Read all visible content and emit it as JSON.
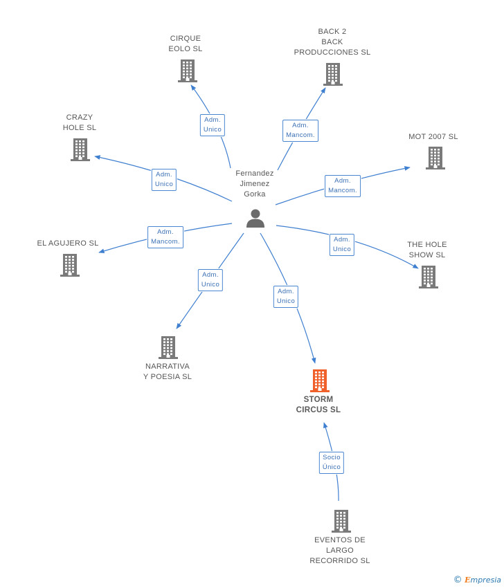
{
  "person": {
    "name": "Fernandez\nJimenez\nGorka"
  },
  "companies": [
    {
      "id": "cirque",
      "name": "CIRQUE\nEOLO SL",
      "focus": false
    },
    {
      "id": "back2",
      "name": "BACK 2\nBACK\nPRODUCCIONES SL",
      "focus": false
    },
    {
      "id": "crazy",
      "name": "CRAZY\nHOLE SL",
      "focus": false
    },
    {
      "id": "mot",
      "name": "MOT 2007 SL",
      "focus": false
    },
    {
      "id": "agujero",
      "name": "EL AGUJERO SL",
      "focus": false
    },
    {
      "id": "holeshow",
      "name": "THE HOLE\nSHOW SL",
      "focus": false
    },
    {
      "id": "narrativa",
      "name": "NARRATIVA\nY POESIA SL",
      "focus": false
    },
    {
      "id": "storm",
      "name": "STORM\nCIRCUS SL",
      "focus": true
    },
    {
      "id": "eventos",
      "name": "EVENTOS DE\nLARGO\nRECORRIDO SL",
      "focus": false
    }
  ],
  "edges": [
    {
      "id": "e-cirque",
      "label": "Adm.\nUnico"
    },
    {
      "id": "e-back2",
      "label": "Adm.\nMancom."
    },
    {
      "id": "e-crazy",
      "label": "Adm.\nUnico"
    },
    {
      "id": "e-mot",
      "label": "Adm.\nMancom."
    },
    {
      "id": "e-agujero",
      "label": "Adm.\nMancom."
    },
    {
      "id": "e-holeshow",
      "label": "Adm.\nUnico"
    },
    {
      "id": "e-narrativa",
      "label": "Adm.\nUnico"
    },
    {
      "id": "e-storm",
      "label": "Adm.\nUnico"
    },
    {
      "id": "e-eventos",
      "label": "Socio\nÚnico"
    }
  ],
  "colors": {
    "edge": "#3f7fd0",
    "building": "#7a7a7a",
    "building_focus": "#f0602a",
    "person": "#6b6b6b"
  },
  "footer": {
    "copyright_symbol": "©",
    "brand_initial": "E",
    "brand_rest": "mpresia"
  }
}
